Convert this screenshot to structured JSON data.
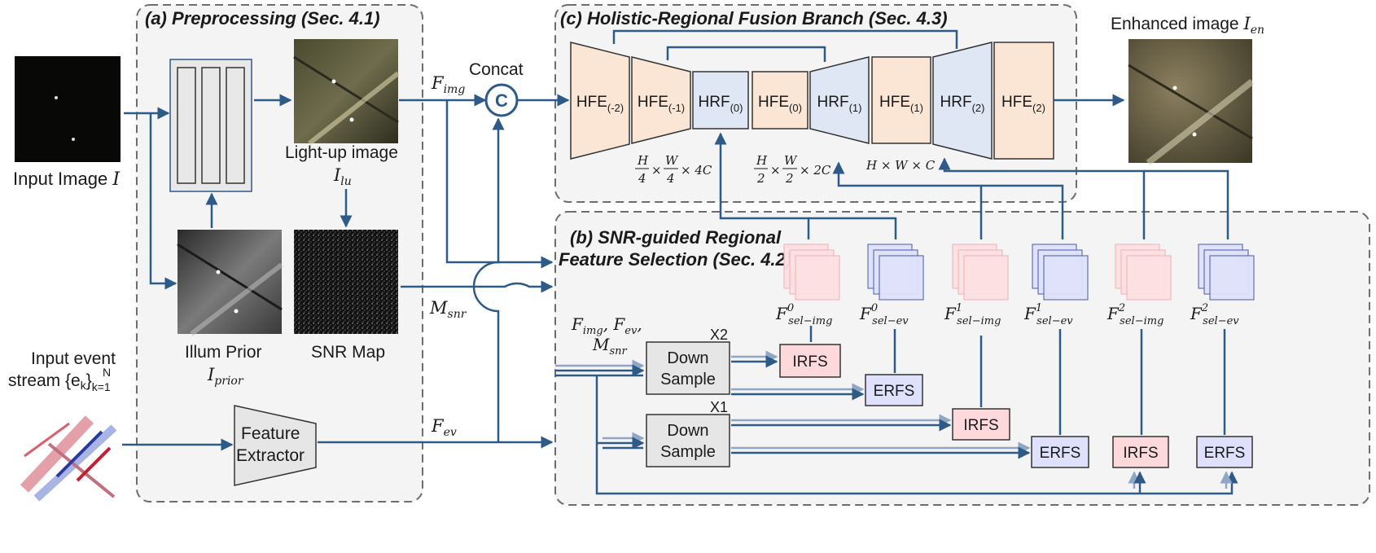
{
  "panels": {
    "preprocessing": "(a) Preprocessing (Sec. 4.1)",
    "fusion": "(c) Holistic-Regional Fusion Branch (Sec. 4.3)",
    "selection_line1": "(b) SNR-guided Regional",
    "selection_line2": "Feature Selection (Sec. 4.2)"
  },
  "labels": {
    "input_image": "Input Image ",
    "input_image_var": "I",
    "input_event_line1": "Input event",
    "input_event_line2": "stream {e",
    "input_event_sub": "k",
    "input_event_close": "}",
    "input_event_range_sub": "k=1",
    "input_event_range_sup": "N",
    "lightup_line1": "Light-up image",
    "lightup_var": "I",
    "lightup_sub": "lu",
    "illum_line1": "Illum Prior",
    "illum_var": "I",
    "illum_sub": "prior",
    "snr_map": "SNR Map",
    "feature_extractor_line1": "Feature",
    "feature_extractor_line2": "Extractor",
    "concat": "Concat",
    "concat_symbol": "C",
    "enhanced": "Enhanced image ",
    "enhanced_var": "I",
    "enhanced_sub": "en",
    "f_img": "F",
    "f_img_sub": "img",
    "m_snr": "M",
    "m_snr_sub": "snr",
    "f_ev": "F",
    "f_ev_sub": "ev",
    "inputs_line1": "F",
    "inputs_line1_sub1": "img",
    "inputs_line1_mid": ", F",
    "inputs_line1_sub2": "ev",
    "inputs_line1_end": ",",
    "inputs_line2": "M",
    "inputs_line2_sub": "snr",
    "down_sample_line1": "Down",
    "down_sample_line2": "Sample",
    "x2": "X2",
    "x1": "X1",
    "irfs": "IRFS",
    "erfs": "ERFS"
  },
  "blocks": [
    {
      "name": "HFE",
      "sub": "(-2)"
    },
    {
      "name": "HFE",
      "sub": "(-1)"
    },
    {
      "name": "HRF",
      "sub": "(0)"
    },
    {
      "name": "HFE",
      "sub": "(0)"
    },
    {
      "name": "HRF",
      "sub": "(1)"
    },
    {
      "name": "HFE",
      "sub": "(1)"
    },
    {
      "name": "HRF",
      "sub": "(2)"
    },
    {
      "name": "HFE",
      "sub": "(2)"
    }
  ],
  "dims": [
    {
      "h": "H",
      "hd": "4",
      "w": "W",
      "wd": "4",
      "c": "× 4C"
    },
    {
      "h": "H",
      "hd": "2",
      "w": "W",
      "wd": "2",
      "c": "× 2C"
    },
    {
      "text": "H × W × C"
    }
  ],
  "features": [
    {
      "var": "F",
      "sup": "0",
      "sub": "sel−img"
    },
    {
      "var": "F",
      "sup": "0",
      "sub": "sel−ev"
    },
    {
      "var": "F",
      "sup": "1",
      "sub": "sel−img"
    },
    {
      "var": "F",
      "sup": "1",
      "sub": "sel−ev"
    },
    {
      "var": "F",
      "sup": "2",
      "sub": "sel−img"
    },
    {
      "var": "F",
      "sup": "2",
      "sub": "sel−ev"
    }
  ],
  "colors": {
    "arrow": "#2d5a86",
    "hfe_fill": "#fbe6d6",
    "hrf_fill": "#dfe6f4",
    "irfs_fill": "#fdd9dc",
    "erfs_fill": "#dfe0fb",
    "panel_fill": "#f4f4f4",
    "panel_border": "#6e6e6e"
  }
}
